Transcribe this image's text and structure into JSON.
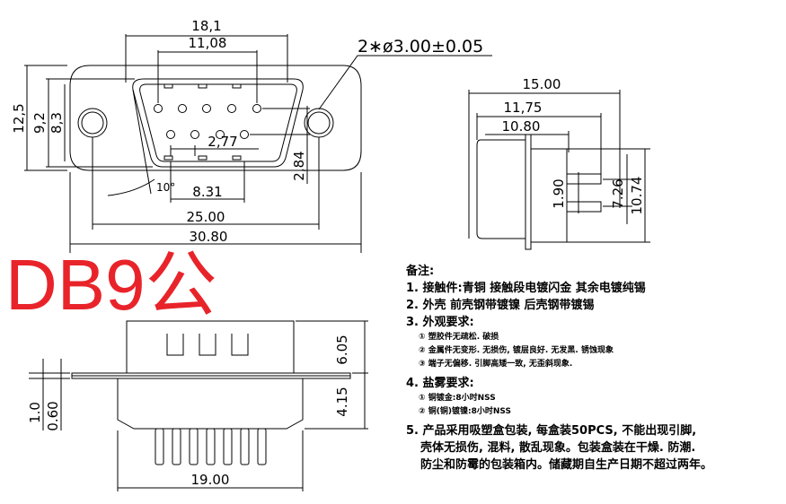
{
  "title": "DB9公",
  "front_view": {
    "dims": {
      "width_18_1": "18,1",
      "width_11_08": "11,08",
      "hole_callout": "2∗ø3.00±0.05",
      "height_12_5": "12,5",
      "height_9_2": "9,2",
      "height_8_3": "8,3",
      "pitch_2_77": "2,77",
      "row_2_84": "2,84",
      "angle_10": "10°",
      "width_8_31": "8.31",
      "width_25_00": "25.00",
      "width_30_80": "30.80"
    }
  },
  "side_view": {
    "dims": {
      "d_15_00": "15.00",
      "d_11_75": "11,75",
      "d_10_80": "10.80",
      "d_1_90": "1.90",
      "d_7_26": "7.26",
      "d_10_74": "10.74"
    }
  },
  "bottom_view": {
    "dims": {
      "d_6_05": "6.05",
      "d_4_15": "4.15",
      "d_1_0": "1.0",
      "d_0_60": "0.60",
      "d_19_00": "19.00"
    }
  },
  "notes": {
    "heading": "备注:",
    "item1": "1. 接触件:青铜  接触段电镀闪金  其余电镀纯锡",
    "item2": "2. 外壳    前壳钢带镀镍    后壳钢带镀锡",
    "item3": "3. 外观要求:",
    "item3_sub1": "① 塑胶件无疏松. 破损",
    "item3_sub2": "② 金属件无变形. 无损伤, 镀层良好. 无发黑. 锈蚀现象",
    "item3_sub3": "③ 端子无偏移. 引脚高矮一致, 无歪斜现象.",
    "item4": "4. 盐雾要求:",
    "item4_sub1": "① 铜镀金:8小时NSS",
    "item4_sub2": "② 铜(铜)镀镍:8小时NSS",
    "item5_line1": "5. 产品采用吸塑盒包装, 每盒装50PCS, 不能出现引脚,",
    "item5_line2": "壳体无损伤, 混料, 散乱现象。包装盒装在干燥. 防潮.",
    "item5_line3": "防尘和防霉的包装箱内。储藏期自生产日期不超过两年。"
  }
}
